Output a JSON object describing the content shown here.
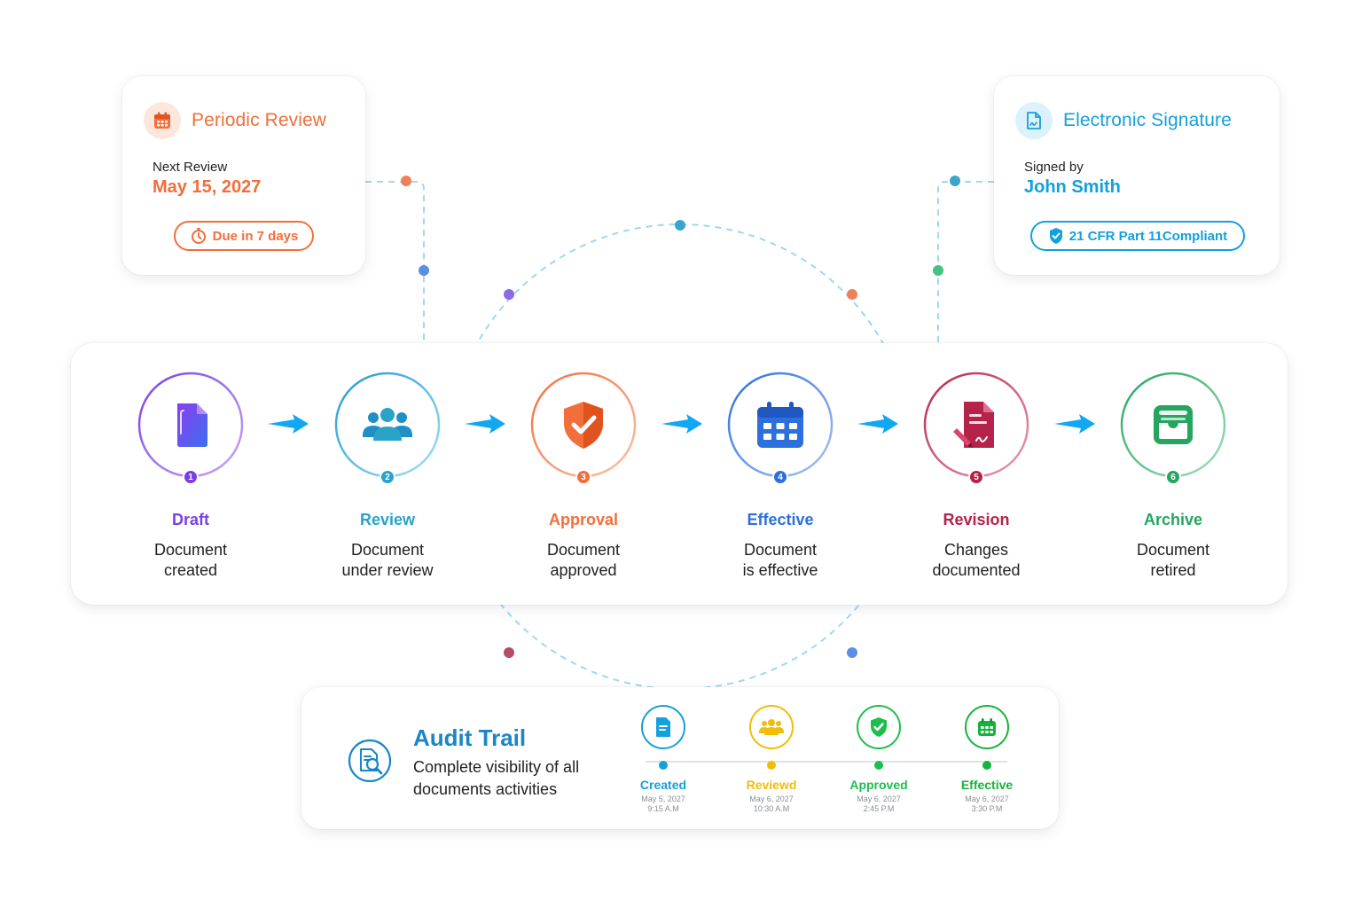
{
  "colors": {
    "orange": "#f26e3b",
    "blue": "#14a0dc",
    "purple": "#7b3fe4",
    "teal": "#2aa3c9",
    "royal": "#2d6fdc",
    "crimson": "#b5234a",
    "green": "#25a55f",
    "arrow": "#12a7f2",
    "connector": "#9ed8f3",
    "yellow": "#f2bd07",
    "lime": "#1dbe4e"
  },
  "periodic_review": {
    "title": "Periodic Review",
    "icon": "calendar-icon",
    "next_label": "Next Review",
    "next_date": "May 15, 2027",
    "due": "Due in 7 days"
  },
  "signature": {
    "title": "Electronic Signature",
    "icon": "signed-document-icon",
    "signed_label": "Signed by",
    "signer": "John Smith",
    "compliance": "21 CFR Part 11Compliant"
  },
  "lifecycle": {
    "steps": [
      {
        "number": "1",
        "title": "Draft",
        "line1": "Document",
        "line2": "created",
        "icon": "document-icon"
      },
      {
        "number": "2",
        "title": "Review",
        "line1": "Document",
        "line2": "under review",
        "icon": "team-icon"
      },
      {
        "number": "3",
        "title": "Approval",
        "line1": "Document",
        "line2": "approved",
        "icon": "shield-check-icon"
      },
      {
        "number": "4",
        "title": "Effective",
        "line1": "Document",
        "line2": "is effective",
        "icon": "calendar-icon"
      },
      {
        "number": "5",
        "title": "Revision",
        "line1": "Changes",
        "line2": "documented",
        "icon": "document-edit-icon"
      },
      {
        "number": "6",
        "title": "Archive",
        "line1": "Document",
        "line2": "retired",
        "icon": "archive-tray-icon"
      }
    ]
  },
  "audit_trail": {
    "title": "Audit Trail",
    "description": "Complete visibility of all documents activities",
    "icon": "document-search-icon",
    "events": [
      {
        "label": "Created",
        "date": "May 5, 2027",
        "time": "9:15 A.M",
        "icon": "document-icon"
      },
      {
        "label": "Reviewd",
        "date": "May 6, 2027",
        "time": "10:30 A.M",
        "icon": "team-icon"
      },
      {
        "label": "Approved",
        "date": "May 6, 2027",
        "time": "2:45 P.M",
        "icon": "shield-check-icon"
      },
      {
        "label": "Effective",
        "date": "May 6, 2027",
        "time": "3:30 P.M",
        "icon": "calendar-icon"
      }
    ]
  }
}
